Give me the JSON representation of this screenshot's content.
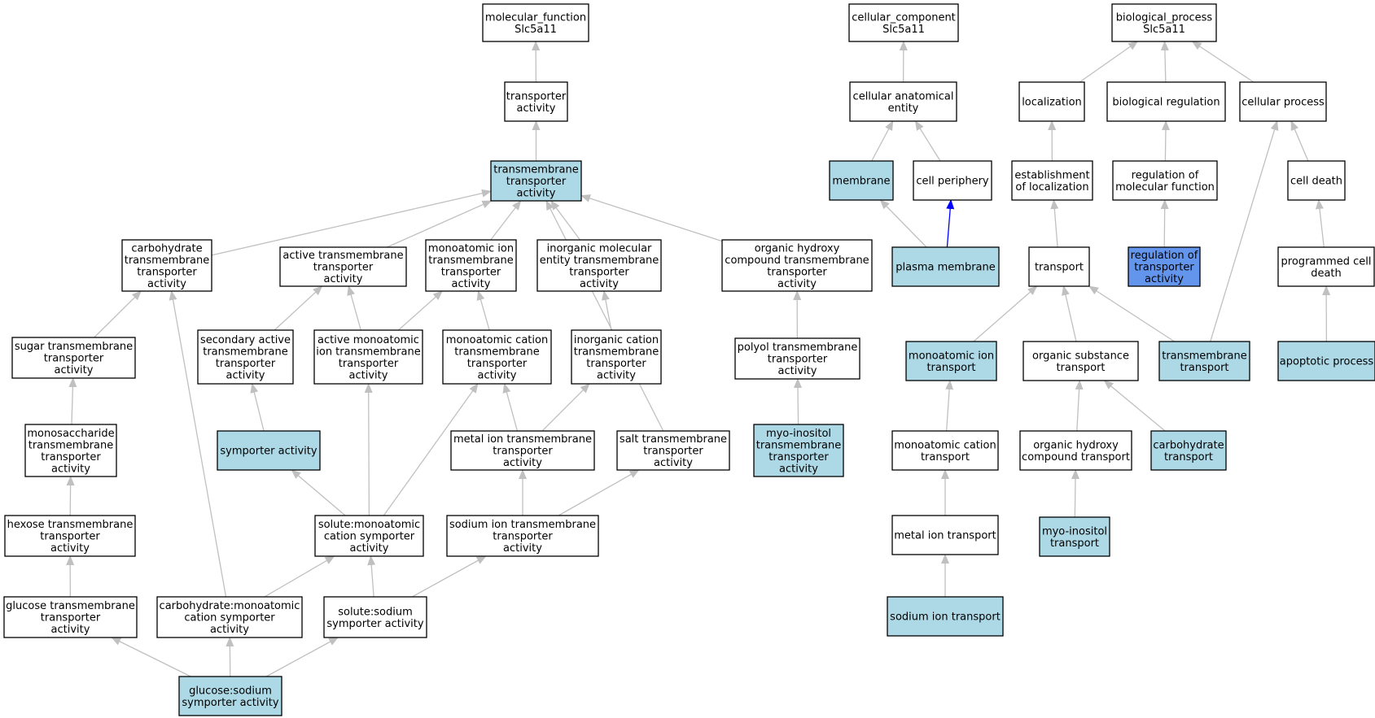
{
  "colors": {
    "background": "#ffffff",
    "plain": "#ffffff",
    "annotated": "#add8e6",
    "highlight": "#6495ed",
    "edge": "#c0c0c0",
    "edge_emphasis": "#0000ff"
  },
  "nodes": [
    {
      "id": "mf_root",
      "lines": [
        "molecular_function",
        "Slc5a11"
      ],
      "fill": "plain"
    },
    {
      "id": "transporter_activity",
      "lines": [
        "transporter",
        "activity"
      ],
      "fill": "plain"
    },
    {
      "id": "tm_transporter",
      "lines": [
        "transmembrane",
        "transporter",
        "activity"
      ],
      "fill": "annotated"
    },
    {
      "id": "carb_tm",
      "lines": [
        "carbohydrate",
        "transmembrane",
        "transporter",
        "activity"
      ],
      "fill": "plain"
    },
    {
      "id": "active_tm",
      "lines": [
        "active transmembrane",
        "transporter",
        "activity"
      ],
      "fill": "plain"
    },
    {
      "id": "monoion_tm",
      "lines": [
        "monoatomic ion",
        "transmembrane",
        "transporter",
        "activity"
      ],
      "fill": "plain"
    },
    {
      "id": "inorg_mol_tm",
      "lines": [
        "inorganic molecular",
        "entity transmembrane",
        "transporter",
        "activity"
      ],
      "fill": "plain"
    },
    {
      "id": "org_hydroxy_tm",
      "lines": [
        "organic hydroxy",
        "compound transmembrane",
        "transporter",
        "activity"
      ],
      "fill": "plain"
    },
    {
      "id": "sugar_tm",
      "lines": [
        "sugar transmembrane",
        "transporter",
        "activity"
      ],
      "fill": "plain"
    },
    {
      "id": "sec_active",
      "lines": [
        "secondary active",
        "transmembrane",
        "transporter",
        "activity"
      ],
      "fill": "plain"
    },
    {
      "id": "active_monoion",
      "lines": [
        "active monoatomic",
        "ion transmembrane",
        "transporter",
        "activity"
      ],
      "fill": "plain"
    },
    {
      "id": "monocation_tm",
      "lines": [
        "monoatomic cation",
        "transmembrane",
        "transporter",
        "activity"
      ],
      "fill": "plain"
    },
    {
      "id": "inorg_cation_tm",
      "lines": [
        "inorganic cation",
        "transmembrane",
        "transporter",
        "activity"
      ],
      "fill": "plain"
    },
    {
      "id": "polyol_tm",
      "lines": [
        "polyol transmembrane",
        "transporter",
        "activity"
      ],
      "fill": "plain"
    },
    {
      "id": "monosacch_tm",
      "lines": [
        "monosaccharide",
        "transmembrane",
        "transporter",
        "activity"
      ],
      "fill": "plain"
    },
    {
      "id": "symporter",
      "lines": [
        "symporter activity"
      ],
      "fill": "annotated"
    },
    {
      "id": "metal_ion_tm",
      "lines": [
        "metal ion transmembrane",
        "transporter",
        "activity"
      ],
      "fill": "plain"
    },
    {
      "id": "salt_tm",
      "lines": [
        "salt transmembrane",
        "transporter",
        "activity"
      ],
      "fill": "plain"
    },
    {
      "id": "myo_inositol_tm",
      "lines": [
        "myo-inositol",
        "transmembrane",
        "transporter",
        "activity"
      ],
      "fill": "annotated"
    },
    {
      "id": "hexose_tm",
      "lines": [
        "hexose transmembrane",
        "transporter",
        "activity"
      ],
      "fill": "plain"
    },
    {
      "id": "solute_monocation_sym",
      "lines": [
        "solute:monoatomic",
        "cation symporter",
        "activity"
      ],
      "fill": "plain"
    },
    {
      "id": "sodium_ion_tm",
      "lines": [
        "sodium ion transmembrane",
        "transporter",
        "activity"
      ],
      "fill": "plain"
    },
    {
      "id": "glucose_tm",
      "lines": [
        "glucose transmembrane",
        "transporter",
        "activity"
      ],
      "fill": "plain"
    },
    {
      "id": "carb_monocation_sym",
      "lines": [
        "carbohydrate:monoatomic",
        "cation symporter",
        "activity"
      ],
      "fill": "plain"
    },
    {
      "id": "solute_sodium_sym",
      "lines": [
        "solute:sodium",
        "symporter activity"
      ],
      "fill": "plain"
    },
    {
      "id": "glucose_sodium_sym",
      "lines": [
        "glucose:sodium",
        "symporter activity"
      ],
      "fill": "annotated"
    },
    {
      "id": "cc_root",
      "lines": [
        "cellular_component",
        "Slc5a11"
      ],
      "fill": "plain"
    },
    {
      "id": "cell_anat_entity",
      "lines": [
        "cellular anatomical",
        "entity"
      ],
      "fill": "plain"
    },
    {
      "id": "membrane",
      "lines": [
        "membrane"
      ],
      "fill": "annotated"
    },
    {
      "id": "cell_periphery",
      "lines": [
        "cell periphery"
      ],
      "fill": "plain"
    },
    {
      "id": "plasma_membrane",
      "lines": [
        "plasma membrane"
      ],
      "fill": "annotated"
    },
    {
      "id": "bp_root",
      "lines": [
        "biological_process",
        "Slc5a11"
      ],
      "fill": "plain"
    },
    {
      "id": "localization",
      "lines": [
        "localization"
      ],
      "fill": "plain"
    },
    {
      "id": "bio_regulation",
      "lines": [
        "biological regulation"
      ],
      "fill": "plain"
    },
    {
      "id": "cellular_process",
      "lines": [
        "cellular process"
      ],
      "fill": "plain"
    },
    {
      "id": "establish_loc",
      "lines": [
        "establishment",
        "of localization"
      ],
      "fill": "plain"
    },
    {
      "id": "reg_mol_function",
      "lines": [
        "regulation of",
        "molecular function"
      ],
      "fill": "plain"
    },
    {
      "id": "cell_death",
      "lines": [
        "cell death"
      ],
      "fill": "plain"
    },
    {
      "id": "transport",
      "lines": [
        "transport"
      ],
      "fill": "plain"
    },
    {
      "id": "reg_transporter",
      "lines": [
        "regulation of",
        "transporter",
        "activity"
      ],
      "fill": "highlight"
    },
    {
      "id": "prog_cell_death",
      "lines": [
        "programmed cell",
        "death"
      ],
      "fill": "plain"
    },
    {
      "id": "monoion_transport",
      "lines": [
        "monoatomic ion",
        "transport"
      ],
      "fill": "annotated"
    },
    {
      "id": "org_subst_transport",
      "lines": [
        "organic substance",
        "transport"
      ],
      "fill": "plain"
    },
    {
      "id": "tm_transport",
      "lines": [
        "transmembrane",
        "transport"
      ],
      "fill": "annotated"
    },
    {
      "id": "apoptotic",
      "lines": [
        "apoptotic process"
      ],
      "fill": "annotated"
    },
    {
      "id": "monocation_transport",
      "lines": [
        "monoatomic cation",
        "transport"
      ],
      "fill": "plain"
    },
    {
      "id": "org_hydroxy_transport",
      "lines": [
        "organic hydroxy",
        "compound transport"
      ],
      "fill": "plain"
    },
    {
      "id": "carb_transport",
      "lines": [
        "carbohydrate",
        "transport"
      ],
      "fill": "annotated"
    },
    {
      "id": "metal_ion_transport",
      "lines": [
        "metal ion transport"
      ],
      "fill": "plain"
    },
    {
      "id": "myo_inositol_transport",
      "lines": [
        "myo-inositol",
        "transport"
      ],
      "fill": "annotated"
    },
    {
      "id": "sodium_ion_transport",
      "lines": [
        "sodium ion transport"
      ],
      "fill": "annotated"
    }
  ],
  "edges": [
    {
      "from": "transporter_activity",
      "to": "mf_root"
    },
    {
      "from": "tm_transporter",
      "to": "transporter_activity"
    },
    {
      "from": "carb_tm",
      "to": "tm_transporter"
    },
    {
      "from": "active_tm",
      "to": "tm_transporter"
    },
    {
      "from": "monoion_tm",
      "to": "tm_transporter"
    },
    {
      "from": "inorg_mol_tm",
      "to": "tm_transporter"
    },
    {
      "from": "org_hydroxy_tm",
      "to": "tm_transporter"
    },
    {
      "from": "salt_tm",
      "to": "tm_transporter"
    },
    {
      "from": "sugar_tm",
      "to": "carb_tm"
    },
    {
      "from": "sec_active",
      "to": "active_tm"
    },
    {
      "from": "active_monoion",
      "to": "active_tm"
    },
    {
      "from": "active_monoion",
      "to": "monoion_tm"
    },
    {
      "from": "monocation_tm",
      "to": "monoion_tm"
    },
    {
      "from": "inorg_cation_tm",
      "to": "inorg_mol_tm"
    },
    {
      "from": "polyol_tm",
      "to": "org_hydroxy_tm"
    },
    {
      "from": "monosacch_tm",
      "to": "sugar_tm"
    },
    {
      "from": "symporter",
      "to": "sec_active"
    },
    {
      "from": "metal_ion_tm",
      "to": "monocation_tm"
    },
    {
      "from": "metal_ion_tm",
      "to": "inorg_cation_tm"
    },
    {
      "from": "myo_inositol_tm",
      "to": "polyol_tm"
    },
    {
      "from": "hexose_tm",
      "to": "monosacch_tm"
    },
    {
      "from": "solute_monocation_sym",
      "to": "symporter"
    },
    {
      "from": "solute_monocation_sym",
      "to": "active_monoion"
    },
    {
      "from": "solute_monocation_sym",
      "to": "monocation_tm"
    },
    {
      "from": "sodium_ion_tm",
      "to": "metal_ion_tm"
    },
    {
      "from": "sodium_ion_tm",
      "to": "salt_tm"
    },
    {
      "from": "glucose_tm",
      "to": "hexose_tm"
    },
    {
      "from": "carb_monocation_sym",
      "to": "carb_tm"
    },
    {
      "from": "carb_monocation_sym",
      "to": "solute_monocation_sym"
    },
    {
      "from": "solute_sodium_sym",
      "to": "solute_monocation_sym"
    },
    {
      "from": "solute_sodium_sym",
      "to": "sodium_ion_tm"
    },
    {
      "from": "glucose_sodium_sym",
      "to": "glucose_tm"
    },
    {
      "from": "glucose_sodium_sym",
      "to": "carb_monocation_sym"
    },
    {
      "from": "glucose_sodium_sym",
      "to": "solute_sodium_sym"
    },
    {
      "from": "cell_anat_entity",
      "to": "cc_root"
    },
    {
      "from": "membrane",
      "to": "cell_anat_entity"
    },
    {
      "from": "cell_periphery",
      "to": "cell_anat_entity"
    },
    {
      "from": "plasma_membrane",
      "to": "membrane"
    },
    {
      "from": "plasma_membrane",
      "to": "cell_periphery",
      "emphasis": true
    },
    {
      "from": "localization",
      "to": "bp_root"
    },
    {
      "from": "bio_regulation",
      "to": "bp_root"
    },
    {
      "from": "cellular_process",
      "to": "bp_root"
    },
    {
      "from": "establish_loc",
      "to": "localization"
    },
    {
      "from": "reg_mol_function",
      "to": "bio_regulation"
    },
    {
      "from": "cell_death",
      "to": "cellular_process"
    },
    {
      "from": "transport",
      "to": "establish_loc"
    },
    {
      "from": "reg_transporter",
      "to": "reg_mol_function"
    },
    {
      "from": "prog_cell_death",
      "to": "cell_death"
    },
    {
      "from": "monoion_transport",
      "to": "transport"
    },
    {
      "from": "org_subst_transport",
      "to": "transport"
    },
    {
      "from": "tm_transport",
      "to": "transport"
    },
    {
      "from": "tm_transport",
      "to": "cellular_process"
    },
    {
      "from": "apoptotic",
      "to": "prog_cell_death"
    },
    {
      "from": "monocation_transport",
      "to": "monoion_transport"
    },
    {
      "from": "org_hydroxy_transport",
      "to": "org_subst_transport"
    },
    {
      "from": "carb_transport",
      "to": "org_subst_transport"
    },
    {
      "from": "metal_ion_transport",
      "to": "monocation_transport"
    },
    {
      "from": "myo_inositol_transport",
      "to": "org_hydroxy_transport"
    },
    {
      "from": "sodium_ion_transport",
      "to": "metal_ion_transport"
    }
  ]
}
